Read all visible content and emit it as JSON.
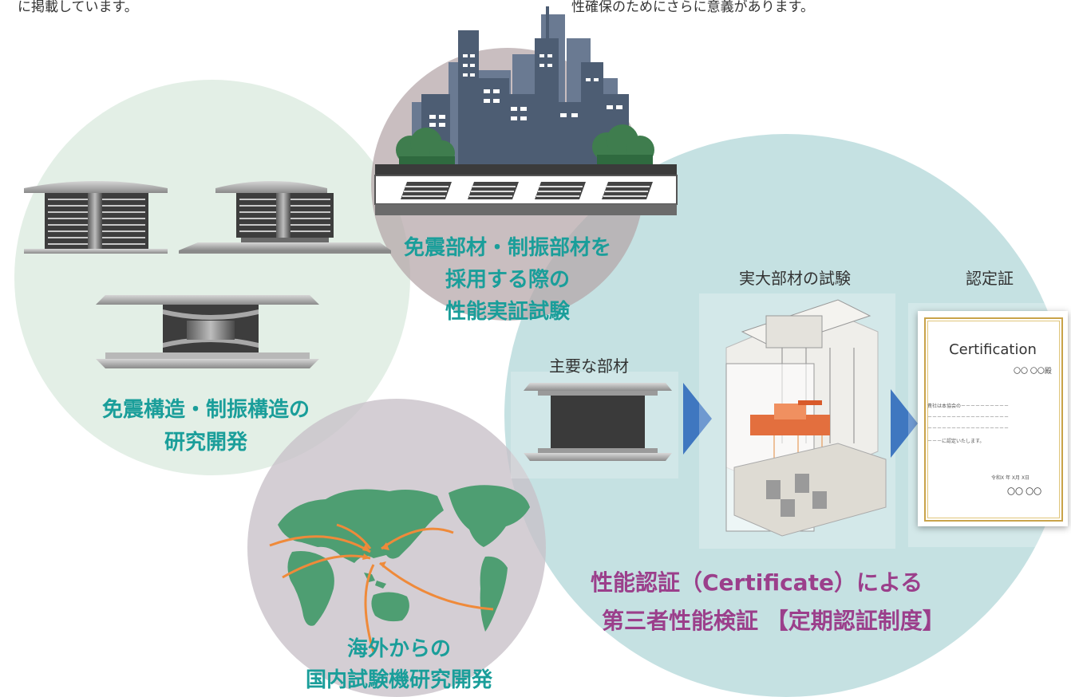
{
  "header": {
    "left_text": "に掲載しています。",
    "right_text": "性確保のためにさらに意義があります。"
  },
  "circles": {
    "research": {
      "line1": "免震構造・制振構造の",
      "line2": "研究開発"
    },
    "verification": {
      "line1": "免震部材・制振部材を",
      "line2": "採用する際の",
      "line3": "性能実証試験"
    },
    "overseas": {
      "line1": "海外からの",
      "line2": "国内試験機研究開発"
    },
    "certification": {
      "line1": "性能認証（Certificate）による",
      "line2": "第三者性能検証 【定期認証制度】"
    }
  },
  "flow": {
    "main_member": "主要な部材",
    "full_scale_test": "実大部材の試験",
    "certificate": "認定証"
  },
  "certificate_doc": {
    "title": "Certification",
    "addressee": "〇〇 〇〇殿",
    "body1": "貴社は本協会の－－－－－－－－－－",
    "body2": "－－－－－－－－－－－－－－－－－",
    "body3": "－－－－－－－－－－－－－－－－－",
    "body4": "－－－に認定いたします。",
    "date": "令和X 年 X月 X日",
    "signer": "〇〇 〇〇"
  },
  "colors": {
    "research_circle": "#e3efe6",
    "verification_circle": "#cbbfc0",
    "overseas_circle": "#d7d1d6",
    "certification_circle": "#c5e1e2",
    "teal_text": "#1a9e9a",
    "purple_text": "#9b3f8b",
    "arrow_blue": "#3f77c0",
    "map_green": "#4e9e72",
    "route_orange": "#ef8a3a"
  }
}
